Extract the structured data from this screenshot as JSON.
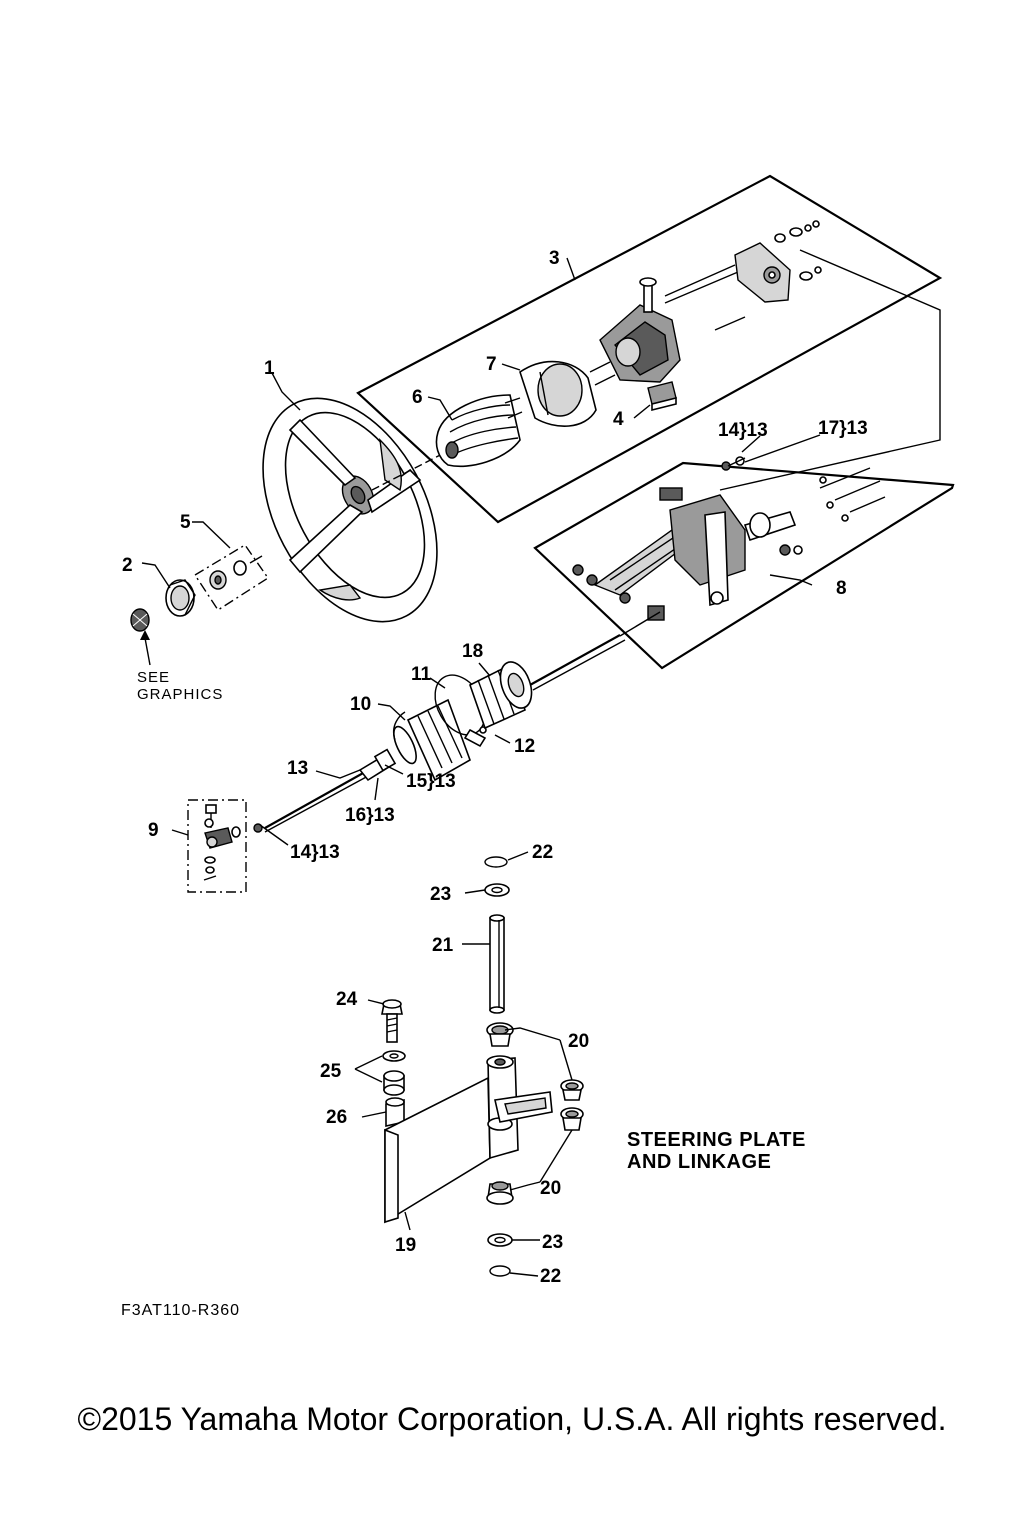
{
  "diagram": {
    "title_line1": "STEERING PLATE",
    "title_line2": "AND LINKAGE",
    "reference_code": "F3AT110-R360",
    "copyright": "©2015 Yamaha Motor Corporation, U.S.A. All rights reserved.",
    "see_graphics_line1": "SEE",
    "see_graphics_line2": "GRAPHICS",
    "callouts": {
      "c1": "1",
      "c2": "2",
      "c3": "3",
      "c4": "4",
      "c5": "5",
      "c6": "6",
      "c7": "7",
      "c8": "8",
      "c9": "9",
      "c10": "10",
      "c11": "11",
      "c12": "12",
      "c13": "13",
      "c14a": "14}13",
      "c14b": "14}13",
      "c15": "15}13",
      "c16": "16}13",
      "c17": "17}13",
      "c18": "18",
      "c19": "19",
      "c20a": "20",
      "c20b": "20",
      "c21": "21",
      "c22a": "22",
      "c22b": "22",
      "c23a": "23",
      "c23b": "23",
      "c24": "24",
      "c25": "25",
      "c26": "26"
    }
  }
}
